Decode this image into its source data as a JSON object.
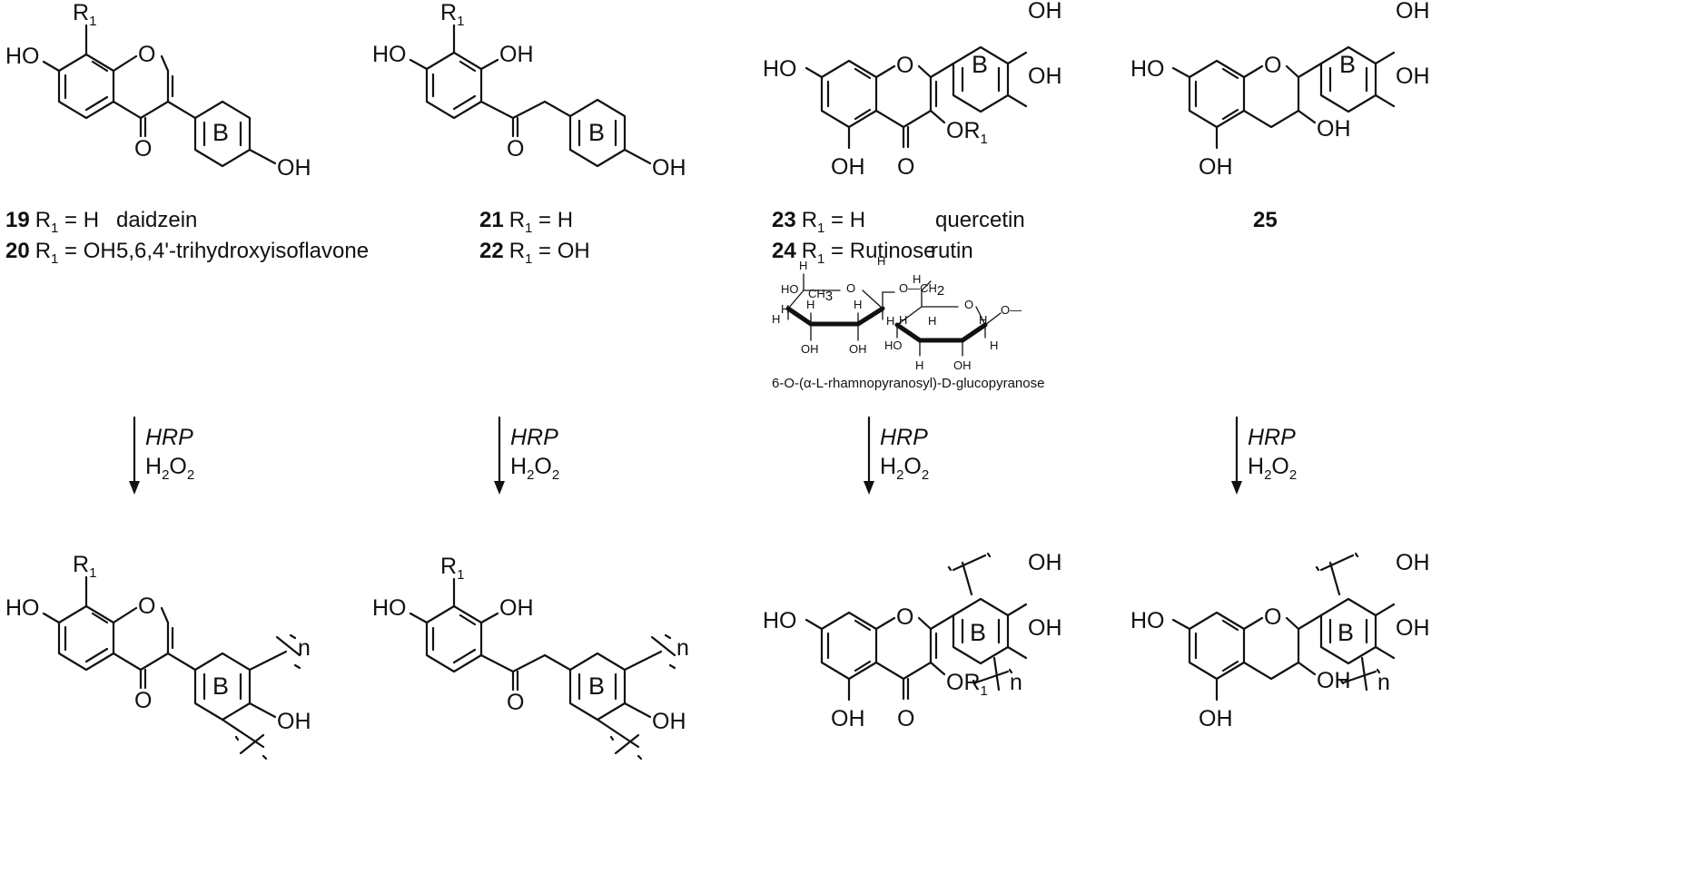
{
  "substituents": {
    "r1": "R",
    "r1_sub": "1",
    "oh": "OH",
    "ho": "HO",
    "o": "O",
    "or1": "OR",
    "b": "B",
    "n": "n"
  },
  "compounds": {
    "c19": {
      "num": "19",
      "eq": "R",
      "sub": "1",
      "rest": " = H",
      "name": "daidzein"
    },
    "c20": {
      "num": "20",
      "eq": "R",
      "sub": "1",
      "rest": " = OH",
      "name": "5,6,4'-trihydroxyisoflavone"
    },
    "c21": {
      "num": "21",
      "eq": "R",
      "sub": "1",
      "rest": " = H"
    },
    "c22": {
      "num": "22",
      "eq": "R",
      "sub": "1",
      "rest": " = OH"
    },
    "c23": {
      "num": "23",
      "eq": "R",
      "sub": "1",
      "rest": " = H",
      "name": "quercetin"
    },
    "c24": {
      "num": "24",
      "eq": "R",
      "sub": "1",
      "rest": " = Rutinose",
      "name": "rutin"
    },
    "c25": {
      "num": "25"
    }
  },
  "reagents": {
    "catalyst": "HRP",
    "oxidant_main": "H",
    "oxidant_sub1": "2",
    "oxidant_mid": "O",
    "oxidant_sub2": "2"
  },
  "rutinose": {
    "caption": "6-O-(α-L-rhamnopyranosyl)-D-glucopyranose",
    "h": "H",
    "ho": "HO",
    "oh": "OH",
    "o": "O",
    "ch3": "CH",
    "ch3_sub": "3",
    "och2": "O—CH",
    "och2_sub": "2",
    "link": "O—"
  }
}
